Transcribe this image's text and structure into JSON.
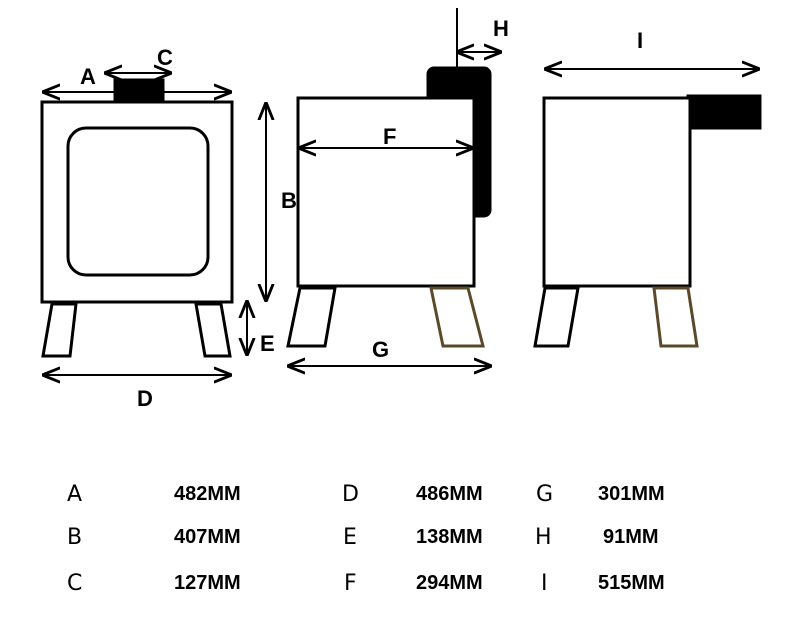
{
  "labels": {
    "A": "A",
    "B": "B",
    "C": "C",
    "D": "D",
    "E": "E",
    "F": "F",
    "G": "G",
    "H": "H",
    "I": "I"
  },
  "table": [
    {
      "letter": "A",
      "value": "482MM"
    },
    {
      "letter": "B",
      "value": "407MM"
    },
    {
      "letter": "C",
      "value": "127MM"
    },
    {
      "letter": "D",
      "value": "486MM"
    },
    {
      "letter": "E",
      "value": "138MM"
    },
    {
      "letter": "F",
      "value": "294MM"
    },
    {
      "letter": "G",
      "value": "301MM"
    },
    {
      "letter": "H",
      "value": "91MM"
    },
    {
      "letter": "I",
      "value": "515MM"
    }
  ],
  "colors": {
    "line": "#000000",
    "leg_highlight": "#5a4a2a"
  }
}
